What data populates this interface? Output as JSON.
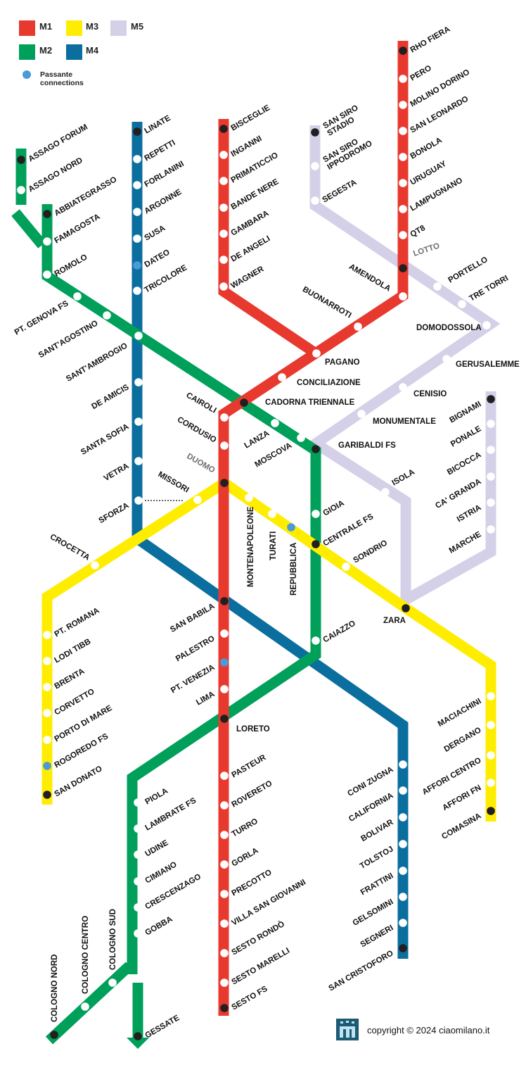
{
  "legend": {
    "lines": [
      {
        "id": "M1",
        "label": "M1",
        "color": "#e8392f"
      },
      {
        "id": "M2",
        "label": "M2",
        "color": "#00a05a"
      },
      {
        "id": "M3",
        "label": "M3",
        "color": "#ffed00"
      },
      {
        "id": "M4",
        "label": "M4",
        "color": "#0a6e9e"
      },
      {
        "id": "M5",
        "label": "M5",
        "color": "#d4d0e8"
      }
    ],
    "passante_line1": "Passante",
    "passante_line2": "connections",
    "passante_color": "#3a8fd0"
  },
  "stations": [
    {
      "name": "RHO FIERA",
      "type": "interchange"
    },
    {
      "name": "PERO",
      "type": "stop"
    },
    {
      "name": "MOLINO DORINO",
      "type": "stop"
    },
    {
      "name": "SAN LEONARDO",
      "type": "stop"
    },
    {
      "name": "BONOLA",
      "type": "stop"
    },
    {
      "name": "URUGUAY",
      "type": "stop"
    },
    {
      "name": "LAMPUGNANO",
      "type": "stop"
    },
    {
      "name": "QT8",
      "type": "stop"
    },
    {
      "name": "LOTTO",
      "type": "interchange"
    },
    {
      "name": "AMENDOLA",
      "type": "stop"
    },
    {
      "name": "BUONARROTI",
      "type": "stop"
    },
    {
      "name": "PAGANO",
      "type": "stop"
    },
    {
      "name": "CONCILIAZIONE",
      "type": "stop"
    },
    {
      "name": "CADORNA TRIENNALE",
      "type": "interchange"
    },
    {
      "name": "CAIROLI",
      "type": "stop"
    },
    {
      "name": "CORDUSIO",
      "type": "stop"
    },
    {
      "name": "DUOMO",
      "type": "interchange"
    },
    {
      "name": "SAN BABILA",
      "type": "interchange"
    },
    {
      "name": "PALESTRO",
      "type": "stop"
    },
    {
      "name": "PT. VENEZIA",
      "type": "passante"
    },
    {
      "name": "LIMA",
      "type": "stop"
    },
    {
      "name": "LORETO",
      "type": "interchange"
    },
    {
      "name": "PASTEUR",
      "type": "stop"
    },
    {
      "name": "ROVERETO",
      "type": "stop"
    },
    {
      "name": "TURRO",
      "type": "stop"
    },
    {
      "name": "GORLA",
      "type": "stop"
    },
    {
      "name": "PRECOTTO",
      "type": "stop"
    },
    {
      "name": "VILLA SAN GIOVANNI",
      "type": "stop"
    },
    {
      "name": "SESTO RONDÒ",
      "type": "stop"
    },
    {
      "name": "SESTO MARELLI",
      "type": "stop"
    },
    {
      "name": "SESTO FS",
      "type": "interchange"
    },
    {
      "name": "BISCEGLIE",
      "type": "interchange"
    },
    {
      "name": "INGANNI",
      "type": "stop"
    },
    {
      "name": "PRIMATICCIO",
      "type": "stop"
    },
    {
      "name": "BANDE NERE",
      "type": "stop"
    },
    {
      "name": "GAMBARA",
      "type": "stop"
    },
    {
      "name": "DE ANGELI",
      "type": "stop"
    },
    {
      "name": "WAGNER",
      "type": "stop"
    },
    {
      "name": "ASSAGO FORUM",
      "type": "interchange"
    },
    {
      "name": "ASSAGO NORD",
      "type": "stop"
    },
    {
      "name": "ABBIATEGRASSO",
      "type": "interchange"
    },
    {
      "name": "FAMAGOSTA",
      "type": "stop"
    },
    {
      "name": "ROMOLO",
      "type": "stop"
    },
    {
      "name": "PT. GENOVA FS",
      "type": "stop"
    },
    {
      "name": "SANT'AGOSTINO",
      "type": "stop"
    },
    {
      "name": "SANT'AMBROGIO",
      "type": "stop"
    },
    {
      "name": "LANZA",
      "type": "stop"
    },
    {
      "name": "MOSCOVA",
      "type": "stop"
    },
    {
      "name": "GARIBALDI FS",
      "type": "interchange"
    },
    {
      "name": "GIOIA",
      "type": "stop"
    },
    {
      "name": "CENTRALE FS",
      "type": "interchange"
    },
    {
      "name": "CAIAZZO",
      "type": "stop"
    },
    {
      "name": "PIOLA",
      "type": "stop"
    },
    {
      "name": "LAMBRATE FS",
      "type": "stop"
    },
    {
      "name": "UDINE",
      "type": "stop"
    },
    {
      "name": "CIMIANO",
      "type": "stop"
    },
    {
      "name": "CRESCENZAGO",
      "type": "stop"
    },
    {
      "name": "GOBBA",
      "type": "stop"
    },
    {
      "name": "COLOGNO SUD",
      "type": "stop"
    },
    {
      "name": "COLOGNO CENTRO",
      "type": "stop"
    },
    {
      "name": "COLOGNO NORD",
      "type": "interchange"
    },
    {
      "name": "GESSATE",
      "type": "interchange"
    },
    {
      "name": "COMASINA",
      "type": "interchange"
    },
    {
      "name": "AFFORI FN",
      "type": "stop"
    },
    {
      "name": "AFFORI CENTRO",
      "type": "stop"
    },
    {
      "name": "DERGANO",
      "type": "stop"
    },
    {
      "name": "MACIACHINI",
      "type": "stop"
    },
    {
      "name": "ZARA",
      "type": "interchange"
    },
    {
      "name": "SONDRIO",
      "type": "stop"
    },
    {
      "name": "REPUBBLICA",
      "type": "passante"
    },
    {
      "name": "TURATI",
      "type": "stop"
    },
    {
      "name": "MONTENAPOLEONE",
      "type": "stop"
    },
    {
      "name": "MISSORI",
      "type": "stop"
    },
    {
      "name": "CROCETTA",
      "type": "stop"
    },
    {
      "name": "PT. ROMANA",
      "type": "stop"
    },
    {
      "name": "LODI TIBB",
      "type": "stop"
    },
    {
      "name": "BRENTA",
      "type": "stop"
    },
    {
      "name": "CORVETTO",
      "type": "stop"
    },
    {
      "name": "PORTO DI MARE",
      "type": "stop"
    },
    {
      "name": "ROGOREDO FS",
      "type": "passante"
    },
    {
      "name": "SAN DONATO",
      "type": "interchange"
    },
    {
      "name": "LINATE",
      "type": "interchange"
    },
    {
      "name": "REPETTI",
      "type": "stop"
    },
    {
      "name": "FORLANINI",
      "type": "stop"
    },
    {
      "name": "ARGONNE",
      "type": "stop"
    },
    {
      "name": "SUSA",
      "type": "stop"
    },
    {
      "name": "DATEO",
      "type": "passante"
    },
    {
      "name": "TRICOLORE",
      "type": "stop"
    },
    {
      "name": "DE AMICIS",
      "type": "stop"
    },
    {
      "name": "SANTA SOFIA",
      "type": "stop"
    },
    {
      "name": "VETRA",
      "type": "stop"
    },
    {
      "name": "SFORZA",
      "type": "stop"
    },
    {
      "name": "CONI ZUGNA",
      "type": "stop"
    },
    {
      "name": "CALIFORNIA",
      "type": "stop"
    },
    {
      "name": "BOLIVAR",
      "type": "stop"
    },
    {
      "name": "TOLSTOJ",
      "type": "stop"
    },
    {
      "name": "FRATTINI",
      "type": "stop"
    },
    {
      "name": "GELSOMINI",
      "type": "stop"
    },
    {
      "name": "SEGNERI",
      "type": "stop"
    },
    {
      "name": "SAN CRISTOFORO",
      "type": "interchange"
    },
    {
      "name": "SAN SIRO STADIO",
      "type": "interchange"
    },
    {
      "name": "SAN SIRO IPPODROMO",
      "type": "stop"
    },
    {
      "name": "SEGESTA",
      "type": "stop"
    },
    {
      "name": "PORTELLO",
      "type": "stop"
    },
    {
      "name": "TRE TORRI",
      "type": "stop"
    },
    {
      "name": "DOMODOSSOLA",
      "type": "stop"
    },
    {
      "name": "GERUSALEMME",
      "type": "stop"
    },
    {
      "name": "CENISIO",
      "type": "stop"
    },
    {
      "name": "MONUMENTALE",
      "type": "stop"
    },
    {
      "name": "ISOLA",
      "type": "stop"
    },
    {
      "name": "BIGNAMI",
      "type": "interchange"
    },
    {
      "name": "PONALE",
      "type": "stop"
    },
    {
      "name": "BICOCCA",
      "type": "stop"
    },
    {
      "name": "CA' GRANDA",
      "type": "stop"
    },
    {
      "name": "ISTRIA",
      "type": "stop"
    },
    {
      "name": "MARCHE",
      "type": "stop"
    }
  ],
  "footer": {
    "copyright": "copyright © 2024  ciaomilano.it",
    "logo_color": "#1d5a73"
  }
}
